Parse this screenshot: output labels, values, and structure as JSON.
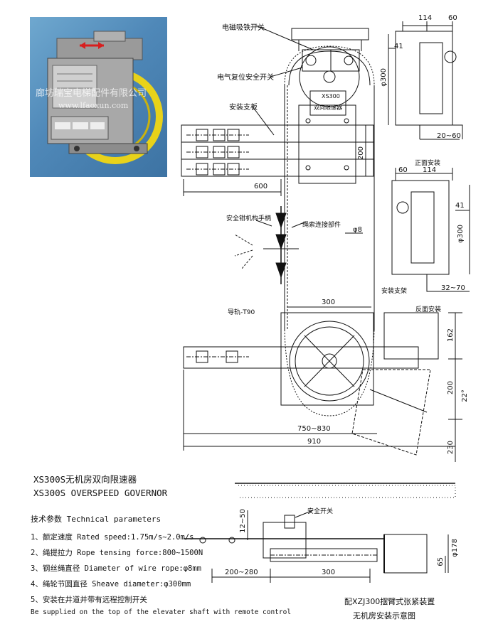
{
  "photo": {
    "watermark_cn": "廊坊瑞宝电梯配件有限公司",
    "watermark_url": "www.lfaoxun.com"
  },
  "labels": {
    "electromagnet_switch": "电磁吸铁开关",
    "reset_switch": "电气复位安全开关",
    "mount_plate": "安装支板",
    "governor_box_line1": "XS300",
    "governor_box_line2": "双向限速器",
    "safety_lever": "安全钳机构手柄",
    "rope_connector": "绳索连接部件",
    "guide_rail": "导轨-T90",
    "front_install": "正面安装",
    "mount_bracket": "安装支架",
    "reverse_install": "反面安装",
    "safety_switch": "安全开关"
  },
  "dims": {
    "d114_top": "114",
    "d60_top": "60",
    "d41_top": "41",
    "d300_top": "φ300",
    "d20_60": "20~60",
    "d60_mid": "60",
    "d114_mid": "114",
    "d41_mid": "41",
    "d300_mid": "φ300",
    "d32_70": "32~70",
    "d200_plate": "200",
    "d600": "600",
    "d8": "φ8",
    "d300_sheave": "300",
    "d162": "162",
    "d200_right": "200",
    "d22deg": "22°",
    "d750_830": "750~830",
    "d910": "910",
    "d230": "230",
    "d12_50": "12~50",
    "d200_280": "200~280",
    "d300_bottom": "300",
    "d178": "φ178",
    "d65": "65"
  },
  "title": {
    "cn": "XS300S无机房双向限速器",
    "en": "XS300S OVERSPEED GOVERNOR"
  },
  "params": {
    "heading": "技术参数 Technical parameters",
    "items": [
      "1、额定速度 Rated speed:1.75m/s~2.0m/s",
      "2、绳提拉力 Rope tensing force:800~1500N",
      "3、钢丝绳直径 Diameter of wire rope:φ8mm",
      "4、绳轮节圆直径 Sheave diameter:φ300mm",
      "5、安装在井道并带有远程控制开关"
    ],
    "footer": "Be supplied on the top of the elevater shaft with remote control"
  },
  "captions": {
    "line1": "配XZJ300摆臂式张紧装置",
    "line2": "无机房安装示意图"
  },
  "colors": {
    "photo_bg": "#4f88b8",
    "wheel_yellow": "#e8d21a",
    "arrow_red": "#d81e1e",
    "line": "#111111"
  }
}
